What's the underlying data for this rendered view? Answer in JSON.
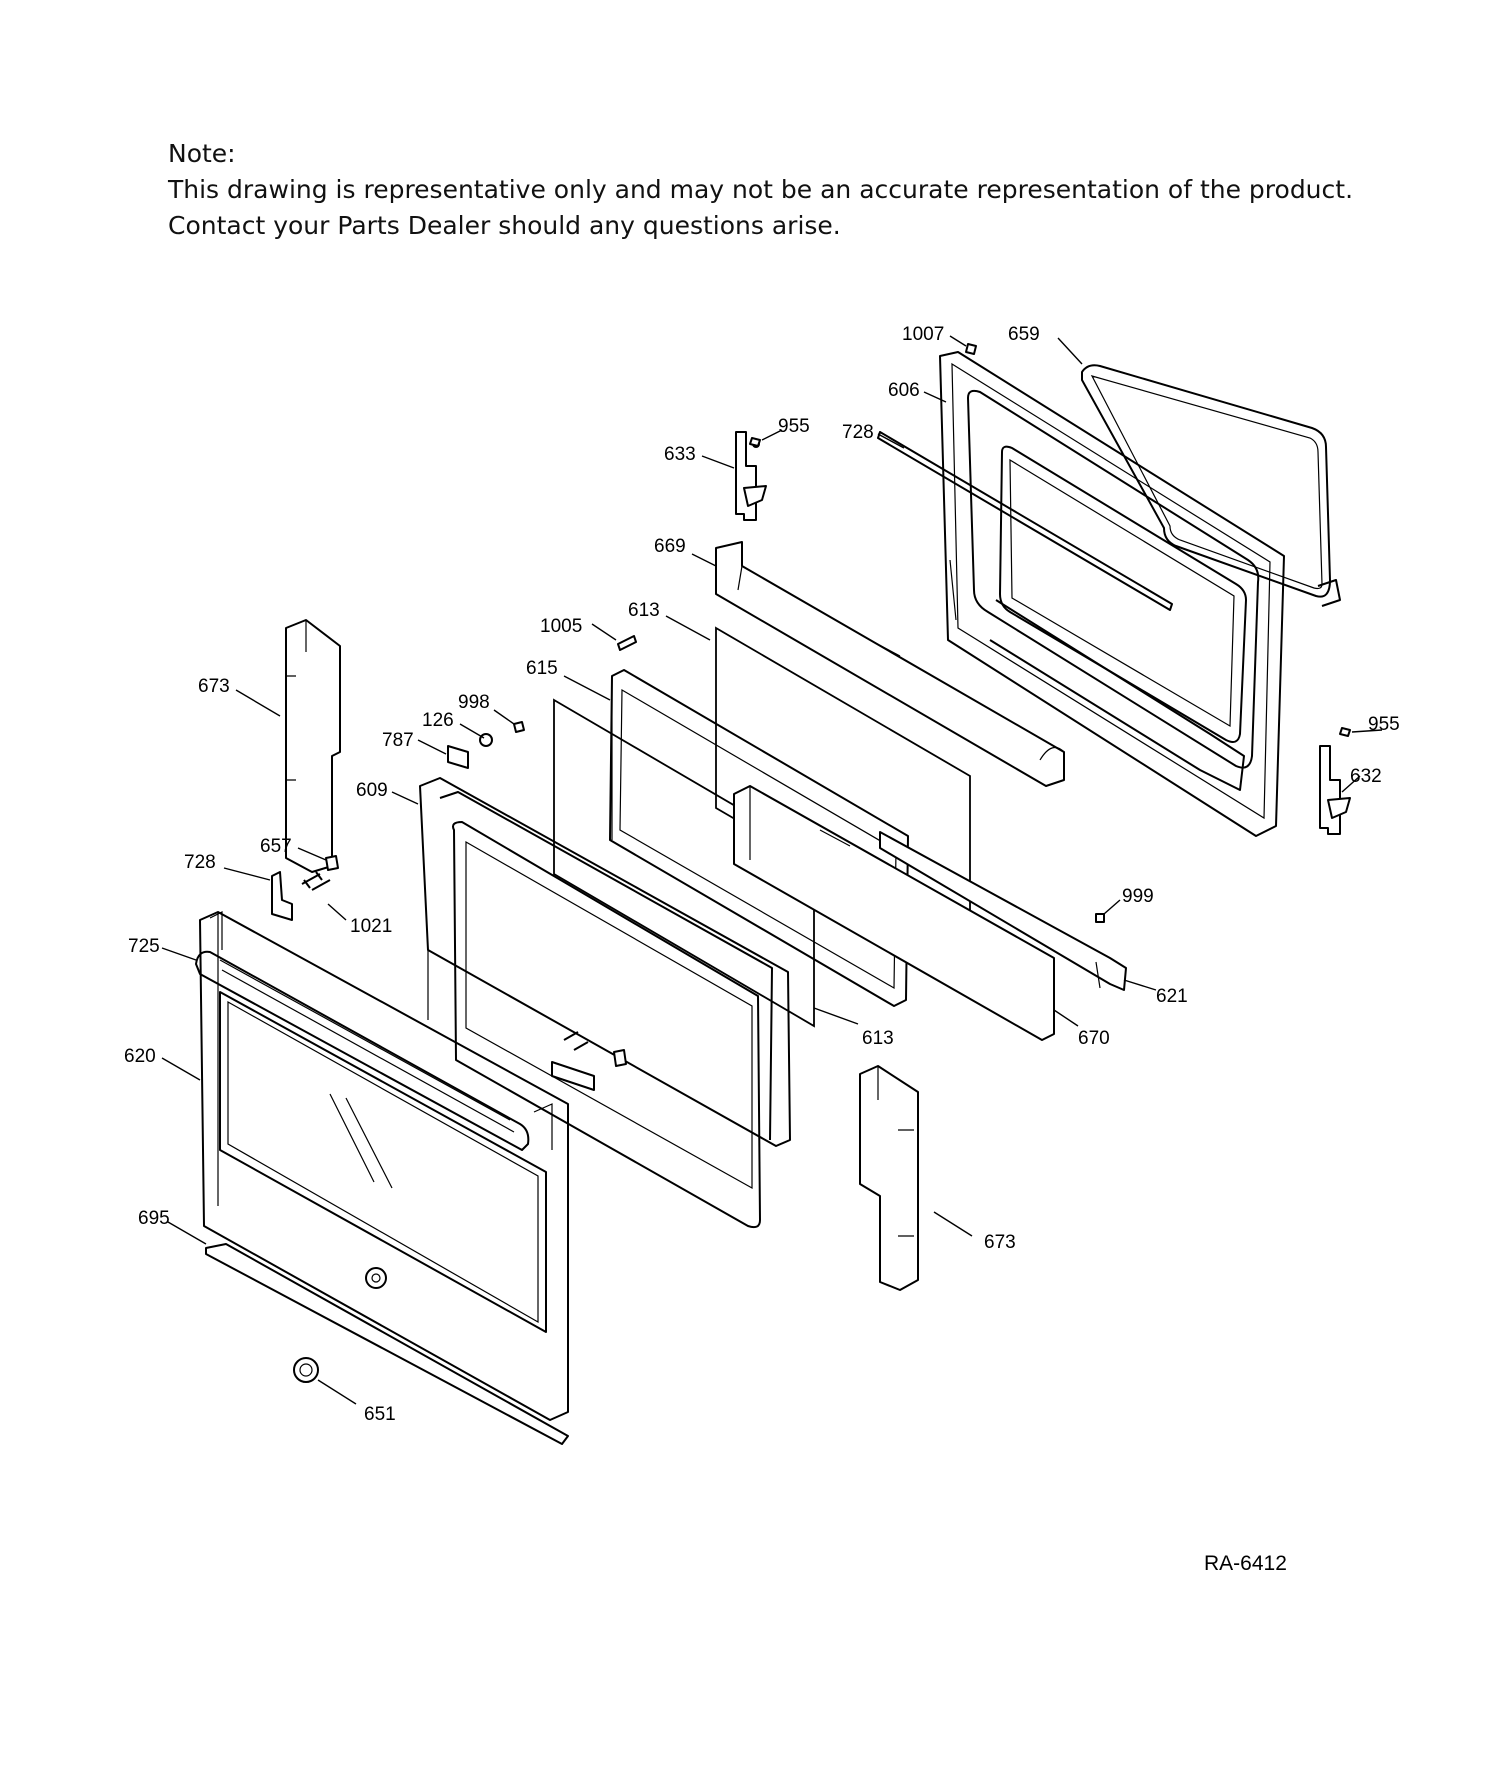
{
  "note": {
    "heading": "Note:",
    "line1": "This drawing is representative only and may not be an accurate representation of the product.",
    "line2": "Contact your Parts Dealer should any questions arise."
  },
  "drawing_ref": "RA-6412",
  "callouts": {
    "c1007": "1007",
    "c659": "659",
    "c606": "606",
    "c955_top": "955",
    "c728_top": "728",
    "c633": "633",
    "c669": "669",
    "c1005": "1005",
    "c613_top": "613",
    "c673_left": "673",
    "c615": "615",
    "c998": "998",
    "c126": "126",
    "c787": "787",
    "c955_right": "955",
    "c632": "632",
    "c609": "609",
    "c657": "657",
    "c728_left": "728",
    "c999": "999",
    "c1021": "1021",
    "c725": "725",
    "c621": "621",
    "c613_bottom": "613",
    "c670": "670",
    "c620": "620",
    "c673_right": "673",
    "c695": "695",
    "c651": "651"
  }
}
